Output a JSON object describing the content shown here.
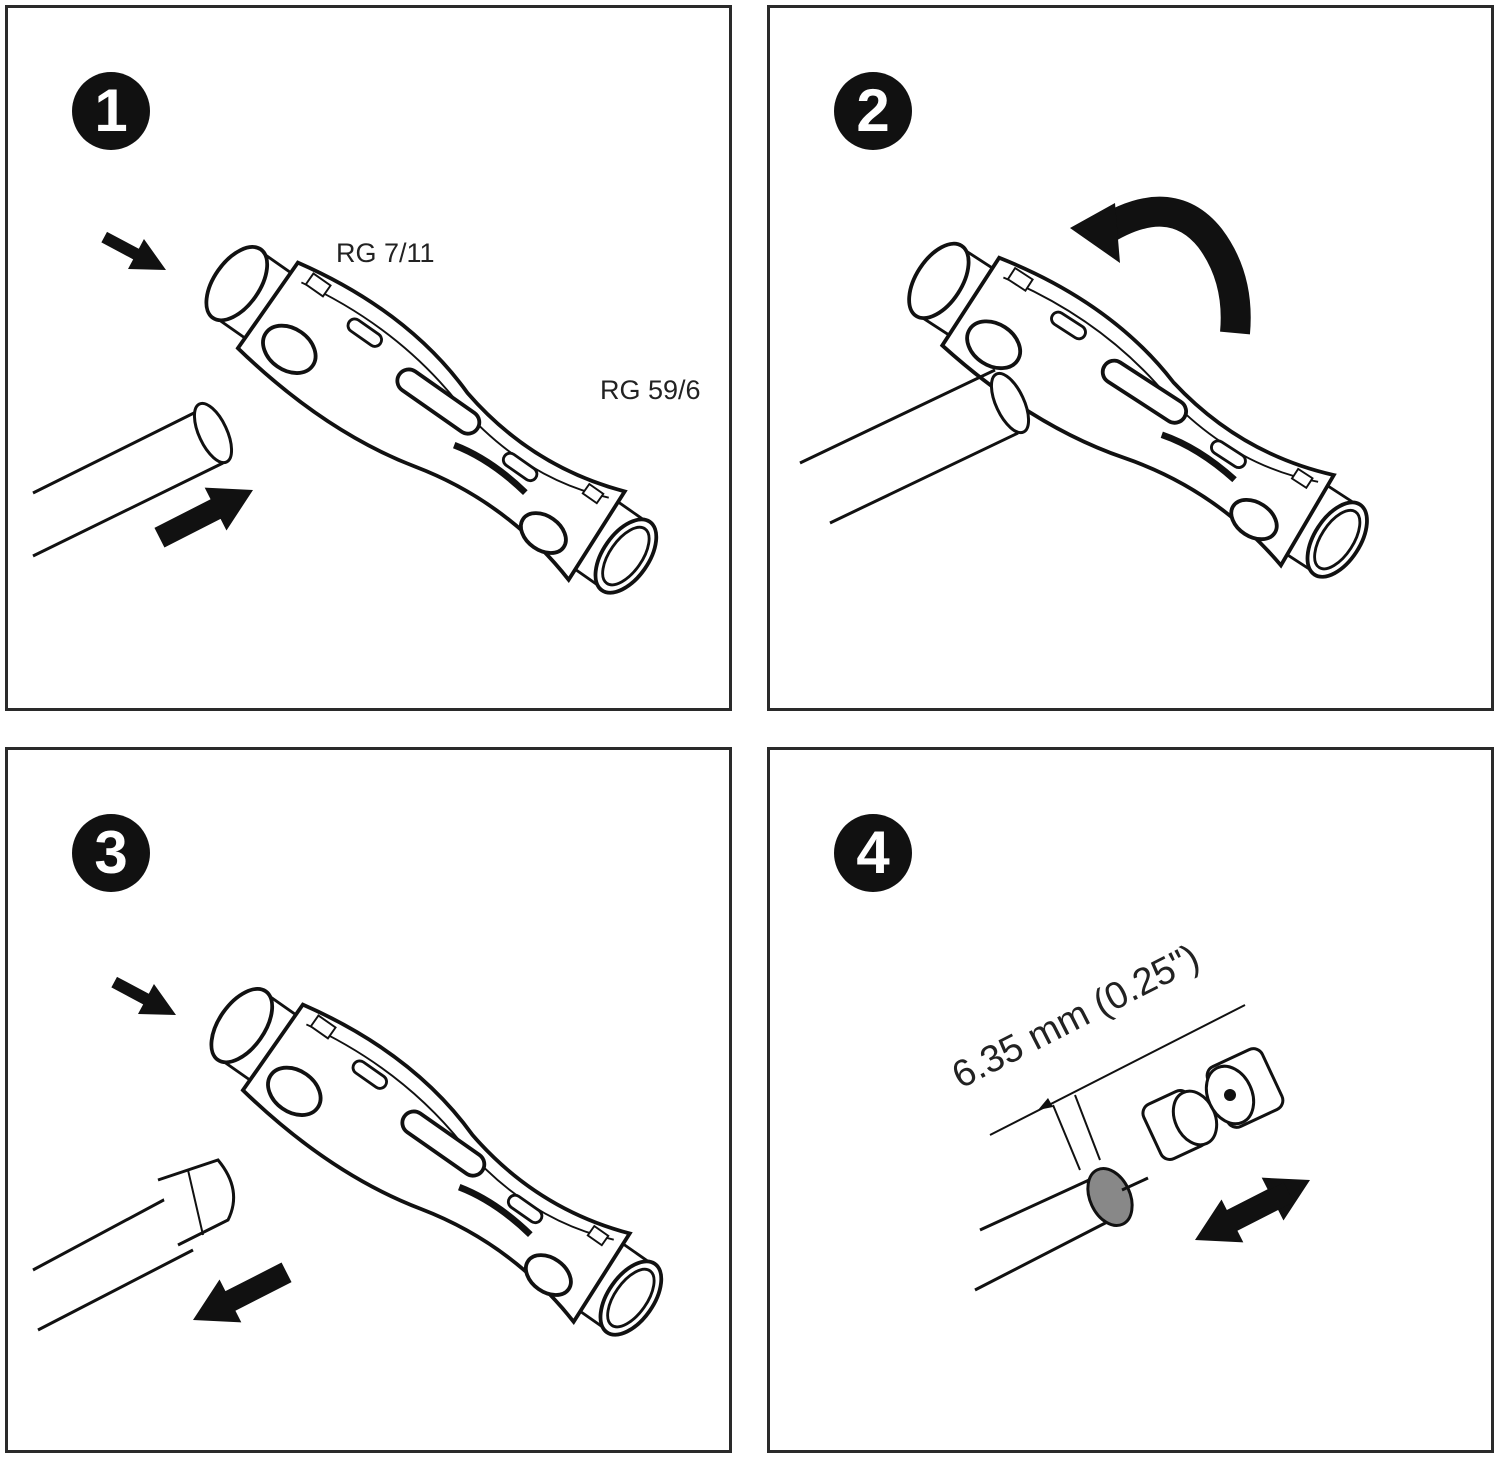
{
  "steps": [
    {
      "number": "1",
      "labels": {
        "top": "RG 7/11",
        "bottom": "RG 59/6"
      }
    },
    {
      "number": "2"
    },
    {
      "number": "3"
    },
    {
      "number": "4",
      "dimension": "6.35 mm (0.25\")"
    }
  ]
}
